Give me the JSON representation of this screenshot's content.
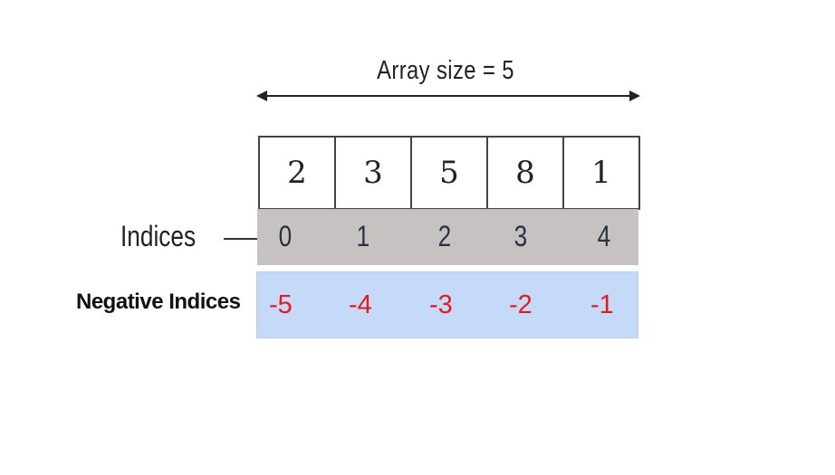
{
  "size_label": "Array size = 5",
  "array": {
    "values": [
      "2",
      "3",
      "5",
      "8",
      "1"
    ],
    "indices": [
      "0",
      "1",
      "2",
      "3",
      "4"
    ],
    "negative_indices": [
      "-5",
      "-4",
      "-3",
      "-2",
      "-1"
    ]
  },
  "labels": {
    "indices": "Indices",
    "negative_indices": "Negative Indices"
  },
  "colors": {
    "index_row": "#c6c2c2",
    "negative_row": "#c5daf9",
    "negative_text": "#e31b1b"
  }
}
